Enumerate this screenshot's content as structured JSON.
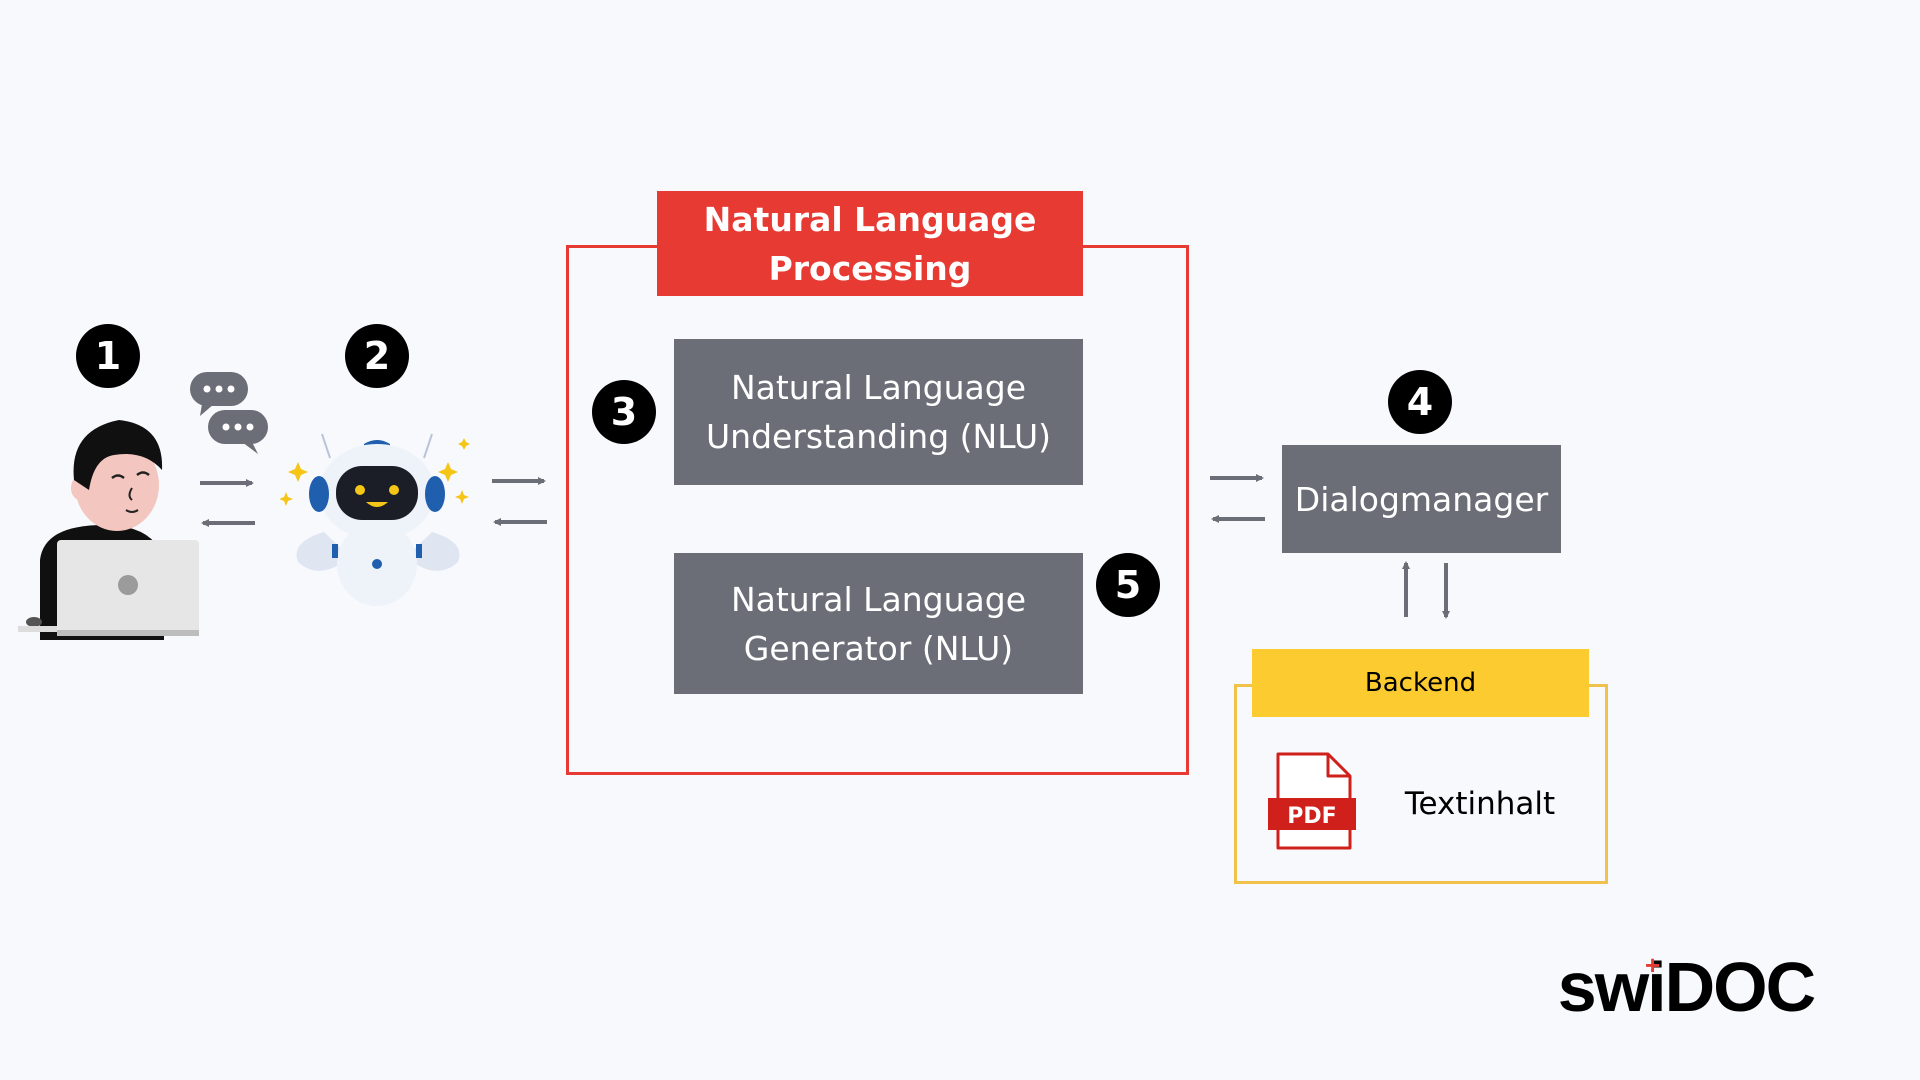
{
  "badges": {
    "step1": "1",
    "step2": "2",
    "step3": "3",
    "step4": "4",
    "step5": "5"
  },
  "nlp": {
    "title_line1": "Natural Language",
    "title_line2": "Processing",
    "nlu_line1": "Natural Language",
    "nlu_line2": "Understanding (NLU)",
    "nlg_line1": "Natural Language",
    "nlg_line2": "Generator (NLU)"
  },
  "dialog": {
    "label": "Dialogmanager"
  },
  "backend": {
    "title": "Backend",
    "content_label": "Textinhalt",
    "file_icon_label": "PDF"
  },
  "logo": {
    "text": "swiDOC"
  },
  "icons": {
    "user": "person-at-laptop-icon",
    "chat": "chat-bubbles-icon",
    "bot": "chatbot-robot-icon",
    "file": "pdf-file-icon"
  },
  "colors": {
    "nlp_accent": "#e63a33",
    "backend_accent": "#fbcb2f",
    "box_gray": "#6b6d77",
    "badge": "#000000"
  }
}
